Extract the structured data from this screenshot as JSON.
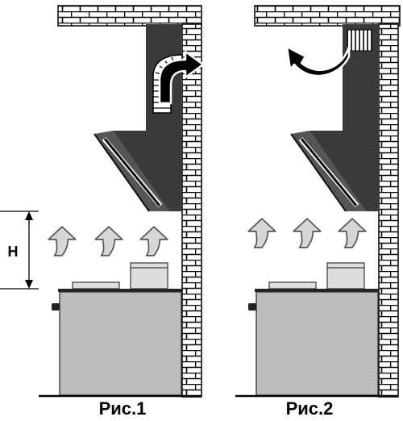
{
  "figure_1": {
    "caption": "Рис.1",
    "dimension_label": "H"
  },
  "figure_2": {
    "caption": "Рис.2"
  },
  "icons": {
    "figure_1": [
      "brick-wall-icon",
      "cooker-hood-icon",
      "exhaust-duct-elbow-icon",
      "air-flow-arrow-icon",
      "stove-icon",
      "cooking-pot-icon"
    ],
    "figure_2": [
      "brick-wall-icon",
      "cooker-hood-icon",
      "recirculation-grille-icon",
      "return-air-arrow-icon",
      "air-flow-arrow-icon",
      "stove-icon",
      "cooking-pot-icon"
    ]
  },
  "colors": {
    "hood": "#3a3a3a",
    "stove": "#bdbdbd",
    "arrow": "#d6d6d6",
    "brick_line": "#000000",
    "background": "#ffffff"
  }
}
